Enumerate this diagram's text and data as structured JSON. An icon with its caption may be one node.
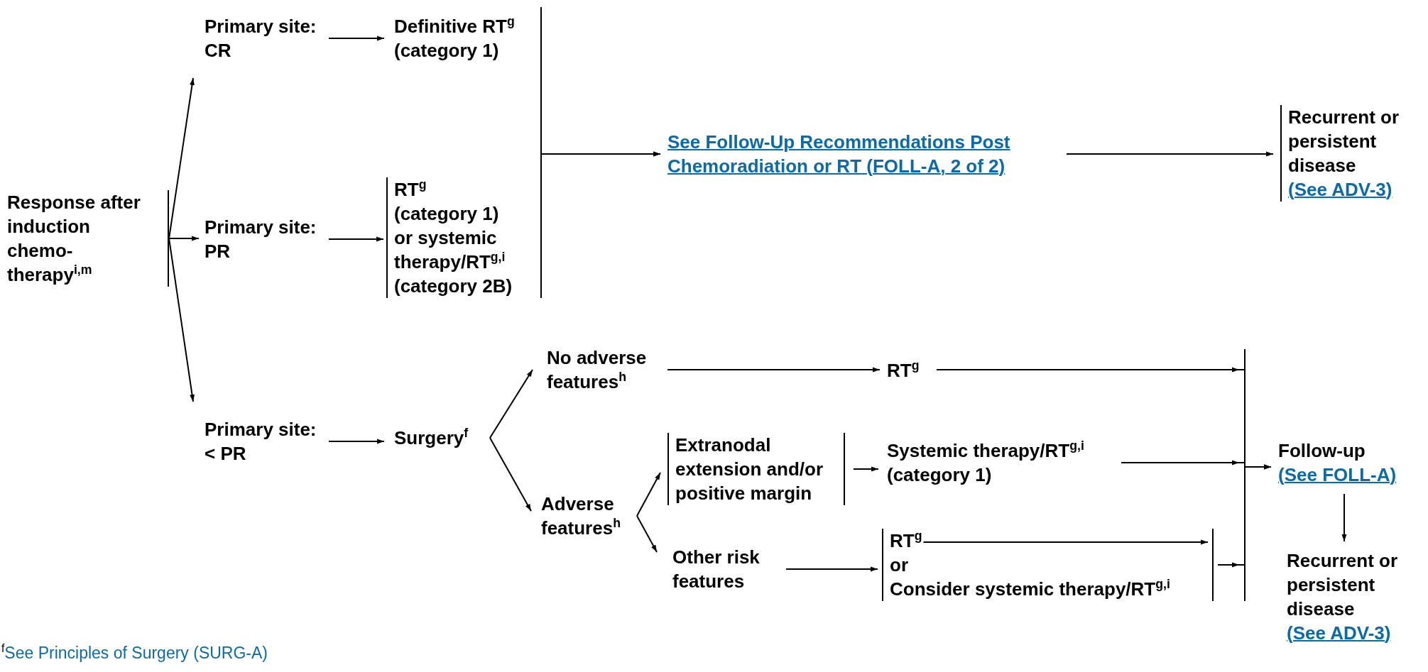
{
  "diagram": {
    "nodes": [
      {
        "text": [
          "Response after induction chemo-therapy$^{i,m}$"
        ]
      },
      {
        "text": [
          "Primary site: CR"
        ]
      },
      {
        "text": [
          "Definitive RT$^{g}$ (category 1)"
        ]
      },
      {
        "text": [
          "Primary site: PR"
        ]
      },
      {
        "text": [
          "RT$^{g}$",
          "(category 1)",
          "or systemic therapy/RT$^{g,i}$",
          "(category 2B)"
        ]
      },
      {
        "text": [
          "See Follow-Up Recommendations Post Chemoradiation or RT (FOLL-A, 2 of 2)"
        ]
      },
      {
        "text": [
          "Recurrent or persistent disease",
          "(See ADV-3)"
        ]
      },
      {
        "text": [
          "Primary site: < PR"
        ]
      },
      {
        "text": [
          "Surgery$^{f}$"
        ]
      },
      {
        "text": [
          "No adverse features$^{h}$"
        ]
      },
      {
        "text": [
          "Adverse features$^{h}$"
        ]
      },
      {
        "text": [
          "Extranodal extension and/or positive margin"
        ]
      },
      {
        "text": [
          "Other risk features"
        ]
      },
      {
        "text": [
          "RT$^{g}$"
        ]
      },
      {
        "text": [
          "Systemic therapy/RT$^{g,i}$",
          "(category 1)"
        ]
      },
      {
        "text": [
          "RT$^{g}$",
          "or",
          "Consider systemic therapy/RT$^{g,i}$"
        ]
      },
      {
        "text": [
          "Follow-up",
          "(See FOLL-A)"
        ]
      },
      {
        "text": [
          "Recurrent or persistent disease",
          "(See ADV-3)"
        ]
      }
    ],
    "edges": [
      {
        "from": 0,
        "to": 1,
        "arrow": "to"
      },
      {
        "from": 0,
        "to": 3,
        "arrow": "to"
      },
      {
        "from": 0,
        "to": 7,
        "arrow": "to"
      },
      {
        "from": 1,
        "to": 2,
        "arrow": "to"
      },
      {
        "from": 3,
        "to": 4,
        "arrow": "to"
      },
      {
        "from": 2,
        "to": 5,
        "arrow": "to"
      },
      {
        "from": 4,
        "to": 5,
        "arrow": "to"
      },
      {
        "from": 5,
        "to": 6,
        "arrow": "to"
      },
      {
        "from": 7,
        "to": 8,
        "arrow": "to"
      },
      {
        "from": 8,
        "to": 9,
        "arrow": "to"
      },
      {
        "from": 8,
        "to": 10,
        "arrow": "to"
      },
      {
        "from": 9,
        "to": 13,
        "arrow": "to"
      },
      {
        "from": 10,
        "to": 11,
        "arrow": "to"
      },
      {
        "from": 10,
        "to": 12,
        "arrow": "to"
      },
      {
        "from": 11,
        "to": 14,
        "arrow": "to"
      },
      {
        "from": 12,
        "to": 15,
        "arrow": "to"
      },
      {
        "from": 13,
        "to": 16,
        "arrow": "to"
      },
      {
        "from": 14,
        "to": 16,
        "arrow": "to"
      },
      {
        "from": 15,
        "to": 16,
        "arrow": "to"
      },
      {
        "from": 16,
        "to": 17,
        "arrow": "to"
      }
    ],
    "labels": [
      "$^{f}$See Principles of Surgery (SURG-A)"
    ]
  }
}
